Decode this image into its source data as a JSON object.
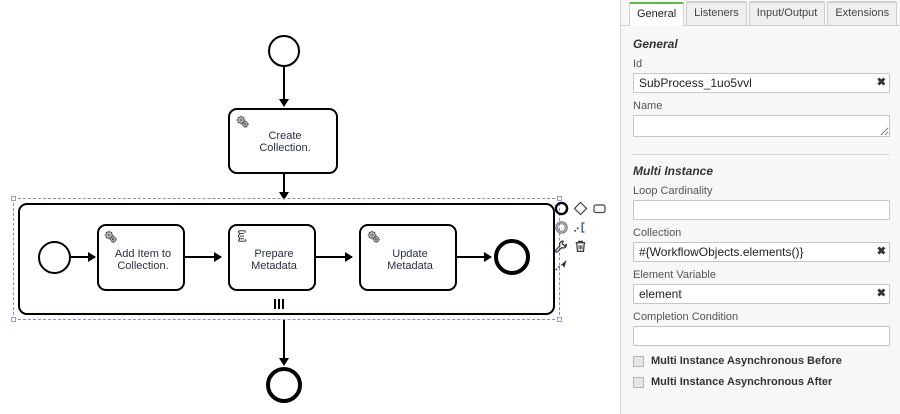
{
  "canvas": {
    "start_event": {
      "name": "start-event"
    },
    "create_task": {
      "label": "Create\nCollection.",
      "line1": "Create",
      "line2": "Collection.",
      "icon": "service-task-gears-icon"
    },
    "subprocess": {
      "name": "multi-instance-subprocess",
      "marker": "parallel-multi-instance-marker",
      "inner_start": "inner-start-event",
      "inner_end": "inner-end-event",
      "tasks": [
        {
          "line1": "Add Item to",
          "line2": "Collection.",
          "icon": "service-task-gears-icon"
        },
        {
          "line1": "Prepare",
          "line2": "Metadata",
          "icon": "script-task-scroll-icon"
        },
        {
          "line1": "Update",
          "line2": "Metadata",
          "icon": "service-task-gears-icon"
        }
      ]
    },
    "end_event": {
      "name": "end-event"
    },
    "context_pad": {
      "items": [
        {
          "name": "append-end-event-icon"
        },
        {
          "name": "append-gateway-icon"
        },
        {
          "name": "append-task-icon"
        },
        {
          "name": "append-intermediate-event-icon"
        },
        {
          "name": "connect-icon"
        },
        {
          "name": "wrench-icon"
        },
        {
          "name": "trash-icon"
        },
        {
          "name": "lasso-connect-icon"
        }
      ]
    }
  },
  "properties": {
    "tabs": [
      {
        "label": "General",
        "active": true
      },
      {
        "label": "Listeners",
        "active": false
      },
      {
        "label": "Input/Output",
        "active": false
      },
      {
        "label": "Extensions",
        "active": false
      }
    ],
    "general": {
      "title": "General",
      "id_label": "Id",
      "id_value": "SubProcess_1uo5vvl",
      "id_clear": "✖",
      "name_label": "Name",
      "name_value": "",
      "name_placeholder": ""
    },
    "multi_instance": {
      "title": "Multi Instance",
      "loop_cardinality_label": "Loop Cardinality",
      "loop_cardinality_value": "",
      "collection_label": "Collection",
      "collection_value": "#{WorkflowObjects.elements()}",
      "collection_clear": "✖",
      "element_variable_label": "Element Variable",
      "element_variable_value": "element",
      "element_variable_clear": "✖",
      "completion_condition_label": "Completion Condition",
      "completion_condition_value": "",
      "async_before_label": "Multi Instance Asynchronous Before",
      "async_after_label": "Multi Instance Asynchronous After"
    }
  },
  "colors": {
    "accent_green": "#62b543",
    "stroke": "#000000",
    "selection": "#8a8ad8",
    "panel_bg": "#f7f7f7"
  }
}
